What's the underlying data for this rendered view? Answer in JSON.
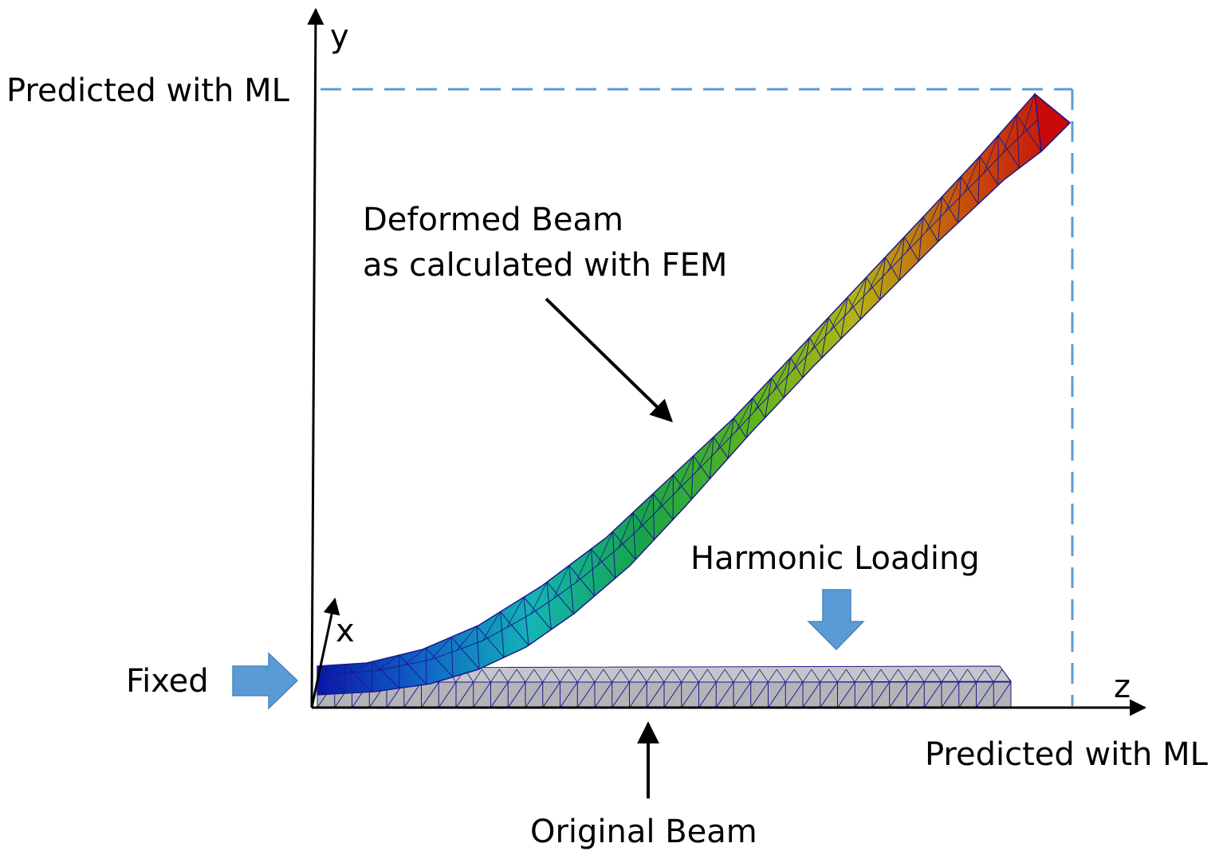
{
  "labels": {
    "predicted_top": "Predicted with ML",
    "predicted_right": "Predicted with ML",
    "deformed_line1": "Deformed Beam",
    "deformed_line2": "as calculated with FEM",
    "harmonic": "Harmonic Loading",
    "fixed": "Fixed",
    "original": "Original Beam"
  },
  "axes": {
    "y": "y",
    "x": "x",
    "z": "z"
  },
  "colors": {
    "axis": "#000000",
    "dashed_guide": "#5b9bd5",
    "load_arrow": "#5b9bd5",
    "original_beam_fill": "#b4b4b8",
    "mesh_line": "#1a1a8c",
    "gradient": [
      "#0a16a8",
      "#1066c8",
      "#14b4b4",
      "#16a44a",
      "#5ab41e",
      "#b4b414",
      "#c8500a",
      "#c80a0a"
    ]
  }
}
